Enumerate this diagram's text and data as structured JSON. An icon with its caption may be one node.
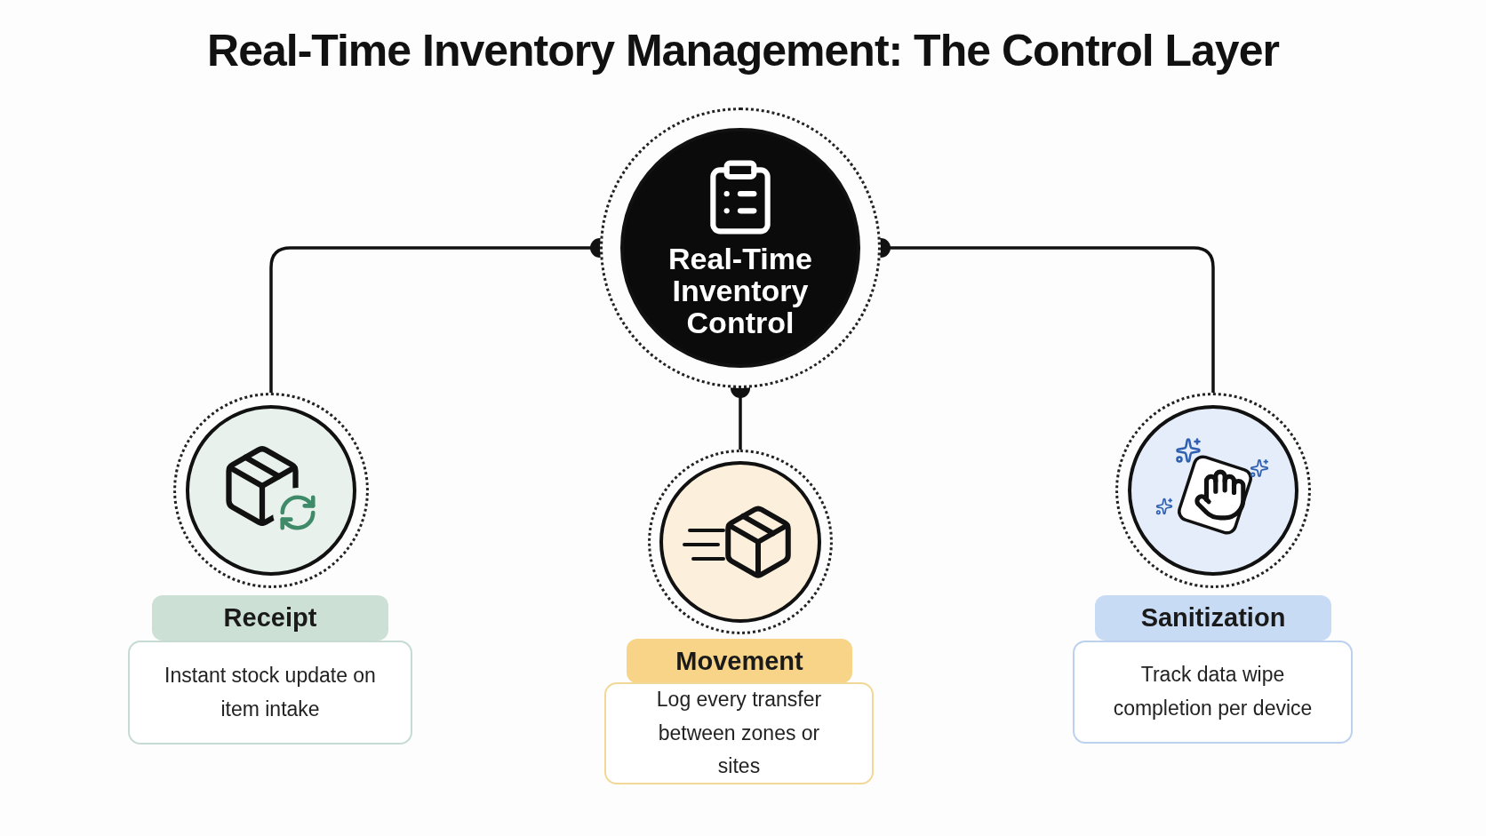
{
  "diagram": {
    "title": "Real-Time Inventory Management: The Control Layer",
    "nodes": [
      {
        "text": [
          "Real-Time Inventory Control"
        ]
      },
      {
        "text": [],
        "shape": "circle"
      },
      {
        "text": [
          "Receipt"
        ]
      },
      {
        "text": [
          "Instant stock update on item intake"
        ]
      },
      {
        "text": [],
        "shape": "circle"
      },
      {
        "text": [
          "Movement"
        ]
      },
      {
        "text": [
          "Log every transfer between zones or sites"
        ]
      },
      {
        "text": [],
        "shape": "circle"
      },
      {
        "text": [
          "Sanitization"
        ]
      },
      {
        "text": [
          "Track data wipe completion per device"
        ]
      }
    ],
    "edges": [
      {
        "from": 0,
        "to": 1,
        "arrow": "other"
      },
      {
        "from": 0,
        "to": 4,
        "arrow": "other"
      },
      {
        "from": 0,
        "to": 7,
        "arrow": "other"
      }
    ]
  }
}
